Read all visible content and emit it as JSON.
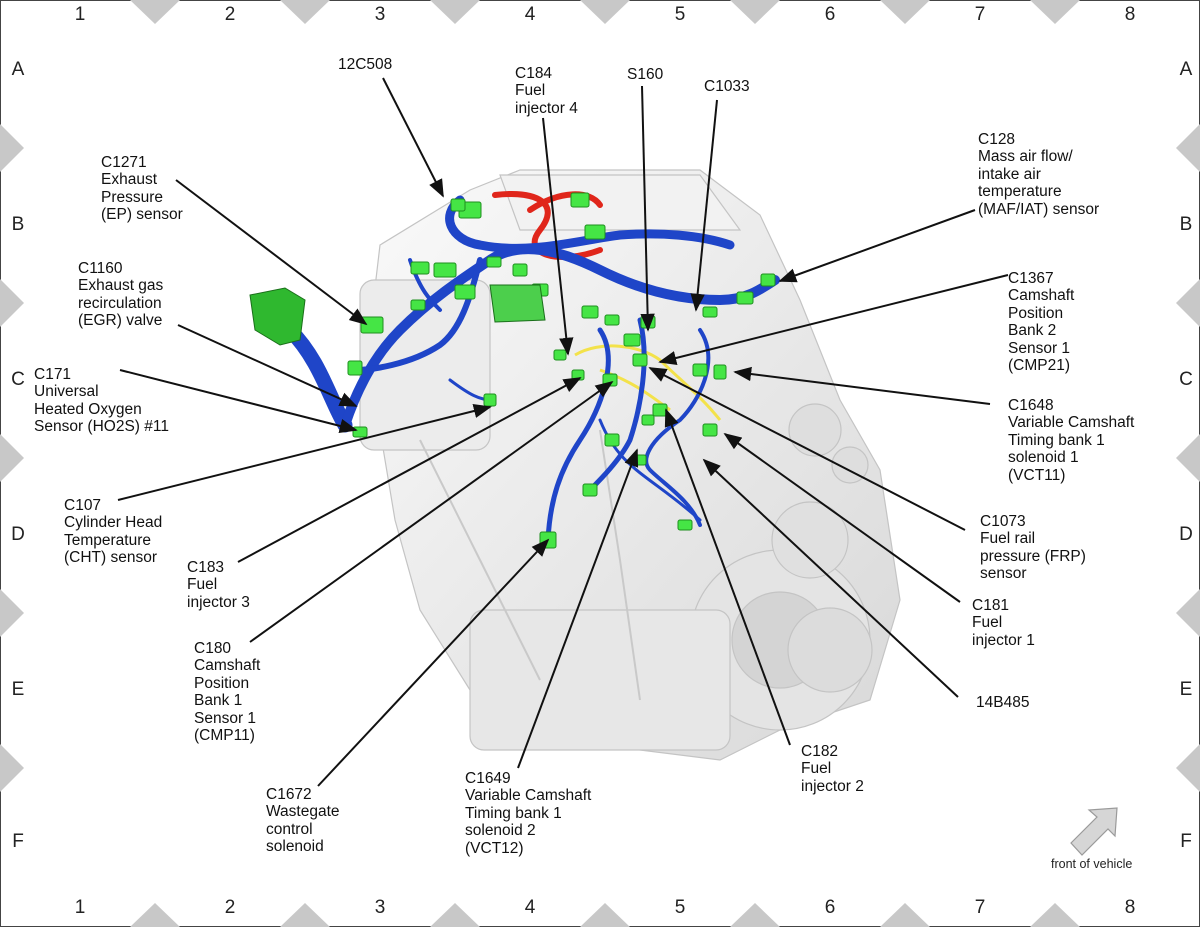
{
  "grid": {
    "columns": [
      "1",
      "2",
      "3",
      "4",
      "5",
      "6",
      "7",
      "8"
    ],
    "rows": [
      "A",
      "B",
      "C",
      "D",
      "E",
      "F"
    ]
  },
  "callouts": [
    {
      "id": "12C508",
      "lines": [
        "12C508"
      ]
    },
    {
      "id": "C184",
      "lines": [
        "C184",
        "Fuel",
        "injector 4"
      ]
    },
    {
      "id": "S160",
      "lines": [
        "S160"
      ]
    },
    {
      "id": "C1033",
      "lines": [
        "C1033"
      ]
    },
    {
      "id": "C128",
      "lines": [
        "C128",
        "Mass air flow/",
        "intake air",
        "temperature",
        "(MAF/IAT) sensor"
      ]
    },
    {
      "id": "C1271",
      "lines": [
        "C1271",
        "Exhaust",
        "Pressure",
        "(EP) sensor"
      ]
    },
    {
      "id": "C1160",
      "lines": [
        "C1160",
        "Exhaust gas",
        "recirculation",
        "(EGR) valve"
      ]
    },
    {
      "id": "C1367",
      "lines": [
        "C1367",
        "Camshaft",
        "Position",
        "Bank 2",
        "Sensor 1",
        "(CMP21)"
      ]
    },
    {
      "id": "C171",
      "lines": [
        "C171",
        "Universal",
        "Heated Oxygen",
        "Sensor (HO2S) #11"
      ]
    },
    {
      "id": "C1648",
      "lines": [
        "C1648",
        "Variable Camshaft",
        "Timing bank 1",
        "solenoid 1",
        "(VCT11)"
      ]
    },
    {
      "id": "C107",
      "lines": [
        "C107",
        "Cylinder Head",
        "Temperature",
        "(CHT) sensor"
      ]
    },
    {
      "id": "C1073",
      "lines": [
        "C1073",
        "Fuel rail",
        "pressure (FRP)",
        "sensor"
      ]
    },
    {
      "id": "C183",
      "lines": [
        "C183",
        "Fuel",
        "injector 3"
      ]
    },
    {
      "id": "C181",
      "lines": [
        "C181",
        "Fuel",
        "injector 1"
      ]
    },
    {
      "id": "C180",
      "lines": [
        "C180",
        "Camshaft",
        "Position",
        "Bank 1",
        "Sensor 1",
        "(CMP11)"
      ]
    },
    {
      "id": "14B485",
      "lines": [
        "14B485"
      ]
    },
    {
      "id": "C182",
      "lines": [
        "C182",
        "Fuel",
        "injector 2"
      ]
    },
    {
      "id": "C1649",
      "lines": [
        "C1649",
        "Variable Camshaft",
        "Timing bank 1",
        "solenoid 2",
        "(VCT12)"
      ]
    },
    {
      "id": "C1672",
      "lines": [
        "C1672",
        "Wastegate",
        "control",
        "solenoid"
      ]
    }
  ],
  "front_of_vehicle": "front of vehicle",
  "colors": {
    "harness": "#1f45c8",
    "connector": "#45e545",
    "fuel_line": "#e0261b",
    "yellow_wire": "#f3e24a",
    "grid_marker": "#c8c8c8",
    "engine": "#e9e9e9"
  }
}
